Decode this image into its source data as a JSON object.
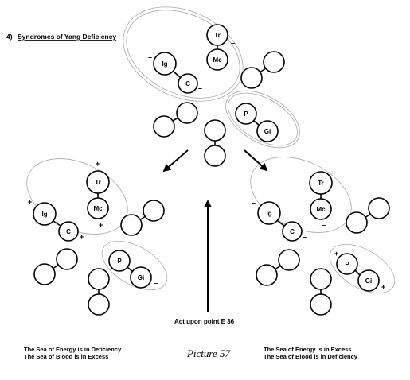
{
  "heading": {
    "number": "4)",
    "title": "Syndromes of Yang Deficiency"
  },
  "labels": {
    "ig": "Ig",
    "c": "C",
    "tr": "Tr",
    "mc": "Mc",
    "p": "P",
    "gi": "Gi",
    "plus": "+",
    "minus": "–"
  },
  "act_label": "Act upon point E 36",
  "left_caption": {
    "line1": "The Sea of Energy is in Deficiency",
    "line2": "The Sea of Blood is in Excess"
  },
  "right_caption": {
    "line1": "The Sea of Energy is in Excess",
    "line2": "The Sea of Blood is in Deficiency"
  },
  "picture_caption": "Picture 57"
}
